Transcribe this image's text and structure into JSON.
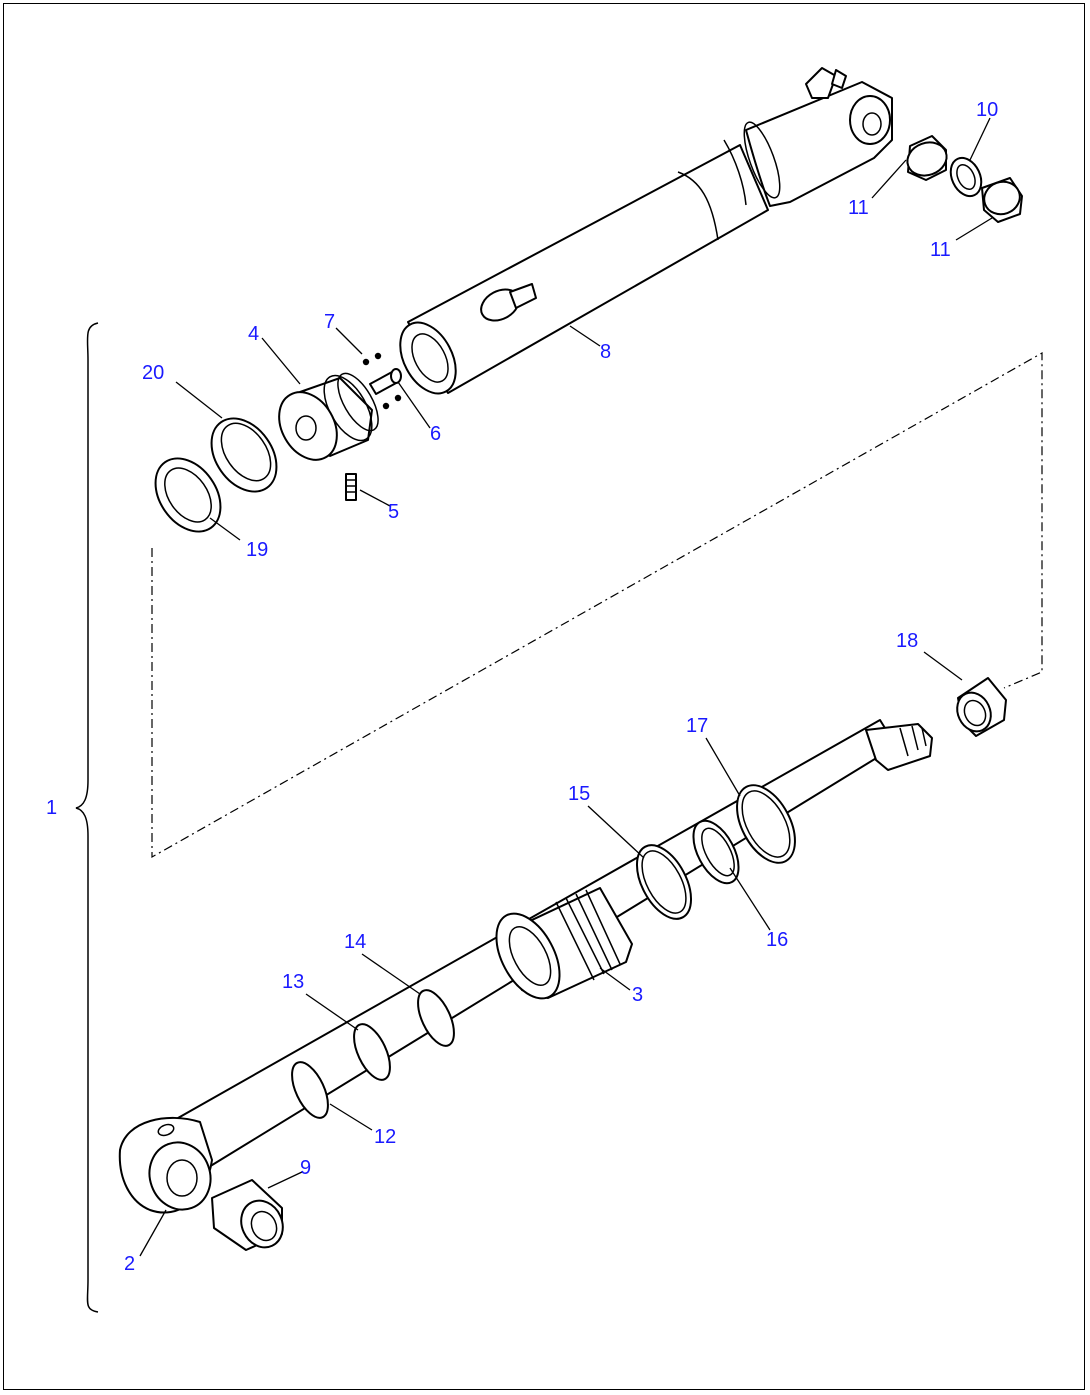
{
  "callouts": [
    {
      "id": "1",
      "text": "1"
    },
    {
      "id": "2",
      "text": "2"
    },
    {
      "id": "3",
      "text": "3"
    },
    {
      "id": "4",
      "text": "4"
    },
    {
      "id": "5",
      "text": "5"
    },
    {
      "id": "6",
      "text": "6"
    },
    {
      "id": "7",
      "text": "7"
    },
    {
      "id": "8",
      "text": "8"
    },
    {
      "id": "9",
      "text": "9"
    },
    {
      "id": "10",
      "text": "10"
    },
    {
      "id": "11a",
      "text": "11"
    },
    {
      "id": "11b",
      "text": "11"
    },
    {
      "id": "12",
      "text": "12"
    },
    {
      "id": "13",
      "text": "13"
    },
    {
      "id": "14",
      "text": "14"
    },
    {
      "id": "15",
      "text": "15"
    },
    {
      "id": "16",
      "text": "16"
    },
    {
      "id": "17",
      "text": "17"
    },
    {
      "id": "18",
      "text": "18"
    },
    {
      "id": "19",
      "text": "19"
    },
    {
      "id": "20",
      "text": "20"
    }
  ],
  "colors": {
    "callout": "#1a1aff",
    "line": "#000000",
    "background": "#ffffff"
  }
}
